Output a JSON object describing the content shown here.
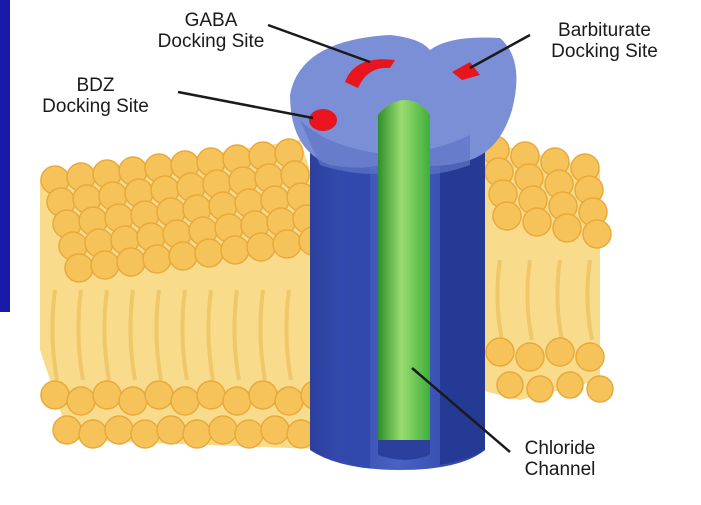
{
  "labels": {
    "gaba": [
      "GABA",
      "Docking Site"
    ],
    "barbiturate": [
      "Barbiturate",
      "Docking Site"
    ],
    "bdz": [
      "BDZ",
      "Docking Site"
    ],
    "chloride": [
      "Chloride",
      "Channel"
    ]
  },
  "colors": {
    "edge_bar": "#1a1aa8",
    "lipid_head": "#f6c35a",
    "lipid_head_shade": "#e9a93a",
    "lipid_tail": "#f8dc8c",
    "receptor_top": "#7b8fd6",
    "receptor_body": "#3b53b8",
    "receptor_dark": "#2a3f9e",
    "channel": "#3fae3a",
    "channel_light": "#9bdc72",
    "docking_site": "#e8141e"
  }
}
